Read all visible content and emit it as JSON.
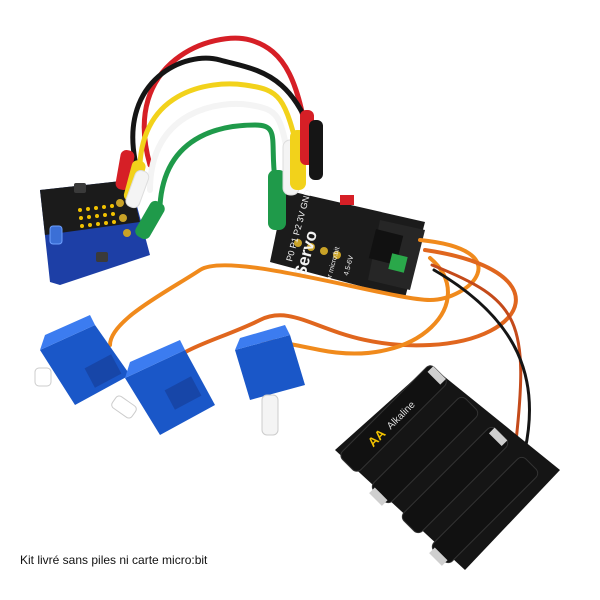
{
  "caption": "Kit livré sans piles ni carte micro:bit",
  "board_labels": {
    "servo_title": "Servo",
    "servo_sub": "for micro:bit",
    "pins": "P0 P1 P2 3V GND",
    "voltage": "4.5-6V"
  },
  "battery_labels": {
    "size": "AA",
    "type": "Alkaline"
  },
  "colors": {
    "red_wire": "#d61f26",
    "yellow_wire": "#f2d21b",
    "white_wire": "#f4f4f4",
    "green_wire": "#1f9a4a",
    "black_wire": "#151515",
    "servo_blue": "#1a57c8",
    "pcb_black": "#1b1b1b",
    "microbit_blue": "#1d3fa6"
  }
}
